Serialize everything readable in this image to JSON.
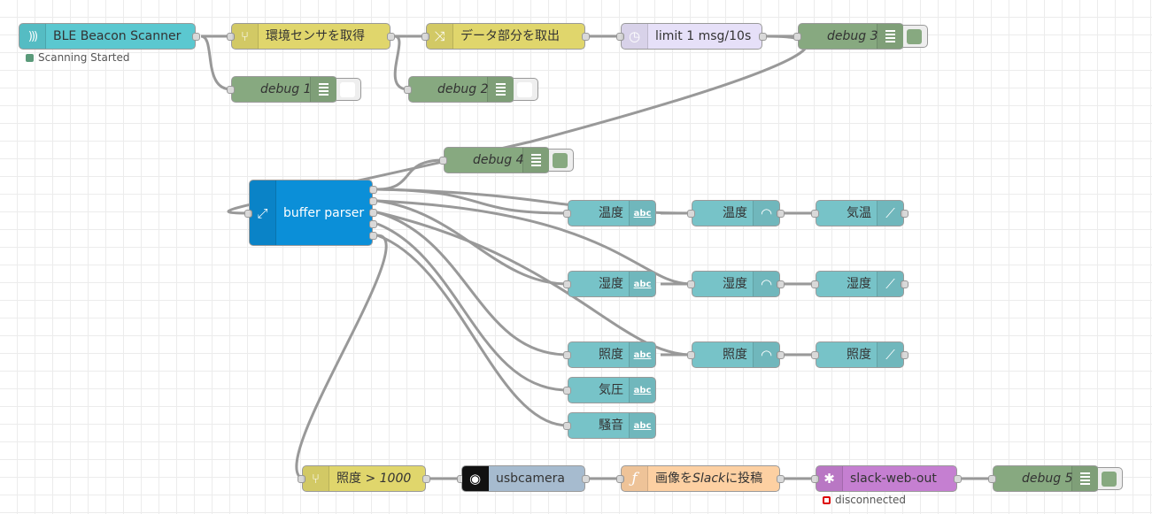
{
  "flow": {
    "ble": {
      "label": "BLE Beacon Scanner",
      "status": "Scanning Started",
      "color": "#5bc8d0"
    },
    "switch1": {
      "label": "環境センサを取得",
      "color": "#e0d66c"
    },
    "change1": {
      "label": "データ部分を取出",
      "color": "#e0d66c"
    },
    "delay1": {
      "label": "limit 1 msg/10s",
      "color": "#e6e0f8"
    },
    "debug1": {
      "label": "debug 1"
    },
    "debug2": {
      "label": "debug 2"
    },
    "debug3": {
      "label": "debug 3"
    },
    "debug4": {
      "label": "debug 4"
    },
    "debug5": {
      "label": "debug 5"
    },
    "parser": {
      "label": "buffer parser",
      "color": "#0b8fd8"
    },
    "text_temp": {
      "label": "温度"
    },
    "text_humid": {
      "label": "湿度"
    },
    "text_lux": {
      "label": "照度"
    },
    "text_press": {
      "label": "気圧"
    },
    "text_noise": {
      "label": "騒音"
    },
    "gauge_temp": {
      "label": "温度"
    },
    "gauge_humid": {
      "label": "湿度"
    },
    "gauge_lux": {
      "label": "照度"
    },
    "chart_temp": {
      "label": "気温"
    },
    "chart_humid": {
      "label": "湿度"
    },
    "chart_lux": {
      "label": "照度"
    },
    "switch2": {
      "label": "照度 > ",
      "value": "1000"
    },
    "usbcamera": {
      "label": "usbcamera",
      "color": "#a6bbcf"
    },
    "func": {
      "label_pre": "画像を",
      "label_em": "Slack",
      "label_post": "に投稿",
      "color": "#fdd0a2"
    },
    "slack": {
      "label": "slack-web-out",
      "status": "disconnected",
      "color": "#c57fd1"
    },
    "colors": {
      "debug": "#87a980",
      "dashboard": "#77c3c8",
      "wire": "#999999"
    }
  }
}
